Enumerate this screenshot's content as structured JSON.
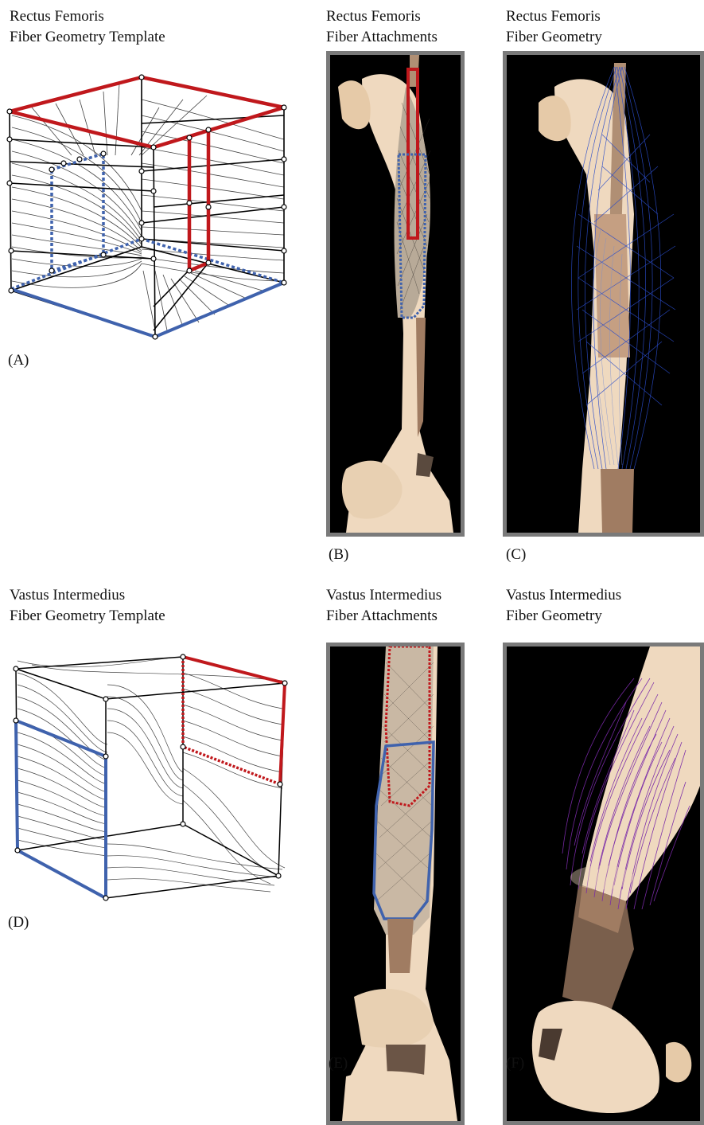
{
  "figure": {
    "panels": [
      {
        "id": "A",
        "label": "(A)",
        "title_line1": "Rectus Femoris",
        "title_line2": "Fiber Geometry Template"
      },
      {
        "id": "B",
        "label": "(B)",
        "title_line1": "Rectus Femoris",
        "title_line2": "Fiber Attachments"
      },
      {
        "id": "C",
        "label": "(C)",
        "title_line1": "Rectus Femoris",
        "title_line2": "Fiber Geometry"
      },
      {
        "id": "D",
        "label": "(D)",
        "title_line1": "Vastus Intermedius",
        "title_line2": "Fiber Geometry Template"
      },
      {
        "id": "E",
        "label": "(E)",
        "title_line1": "Vastus Intermedius",
        "title_line2": "Fiber Attachments"
      },
      {
        "id": "F",
        "label": "(F)",
        "title_line1": "Vastus Intermedius",
        "title_line2": "Fiber Geometry"
      }
    ]
  },
  "colors": {
    "attachment_red": "#c0181c",
    "attachment_blue": "#3f62ad",
    "bone": "#efd9bf",
    "tendon": "#a07c62",
    "frame_gray": "#7a7a7a",
    "fiber_blue": "#2a4cc8",
    "fiber_purple": "#7a2aa8"
  }
}
